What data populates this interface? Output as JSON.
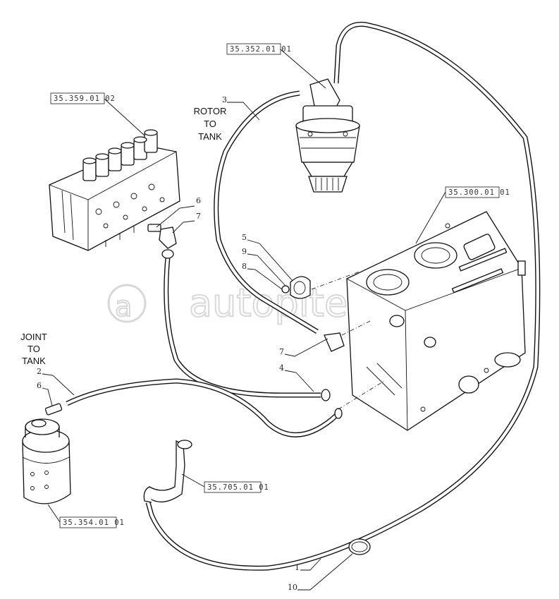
{
  "watermark": "autopiter.ru",
  "headings": {
    "rotor_to_tank_1": "ROTOR",
    "rotor_to_tank_2": "TO",
    "rotor_to_tank_3": "TANK",
    "joint_to_tank_1": "JOINT",
    "joint_to_tank_2": "TO",
    "joint_to_tank_3": "TANK"
  },
  "references": {
    "swing_motor": "35.352.01 01",
    "control_valve": "35.359.01 02",
    "tank": "35.300.01 01",
    "rotary_joint": "35.354.01 01",
    "line_705": "35.705.01 01"
  },
  "callouts": {
    "c1": "1",
    "c2": "2",
    "c3": "3",
    "c4": "4",
    "c5": "5",
    "c6a": "6",
    "c6b": "6",
    "c7a": "7",
    "c7b": "7",
    "c8": "8",
    "c9": "9",
    "c10": "10"
  }
}
